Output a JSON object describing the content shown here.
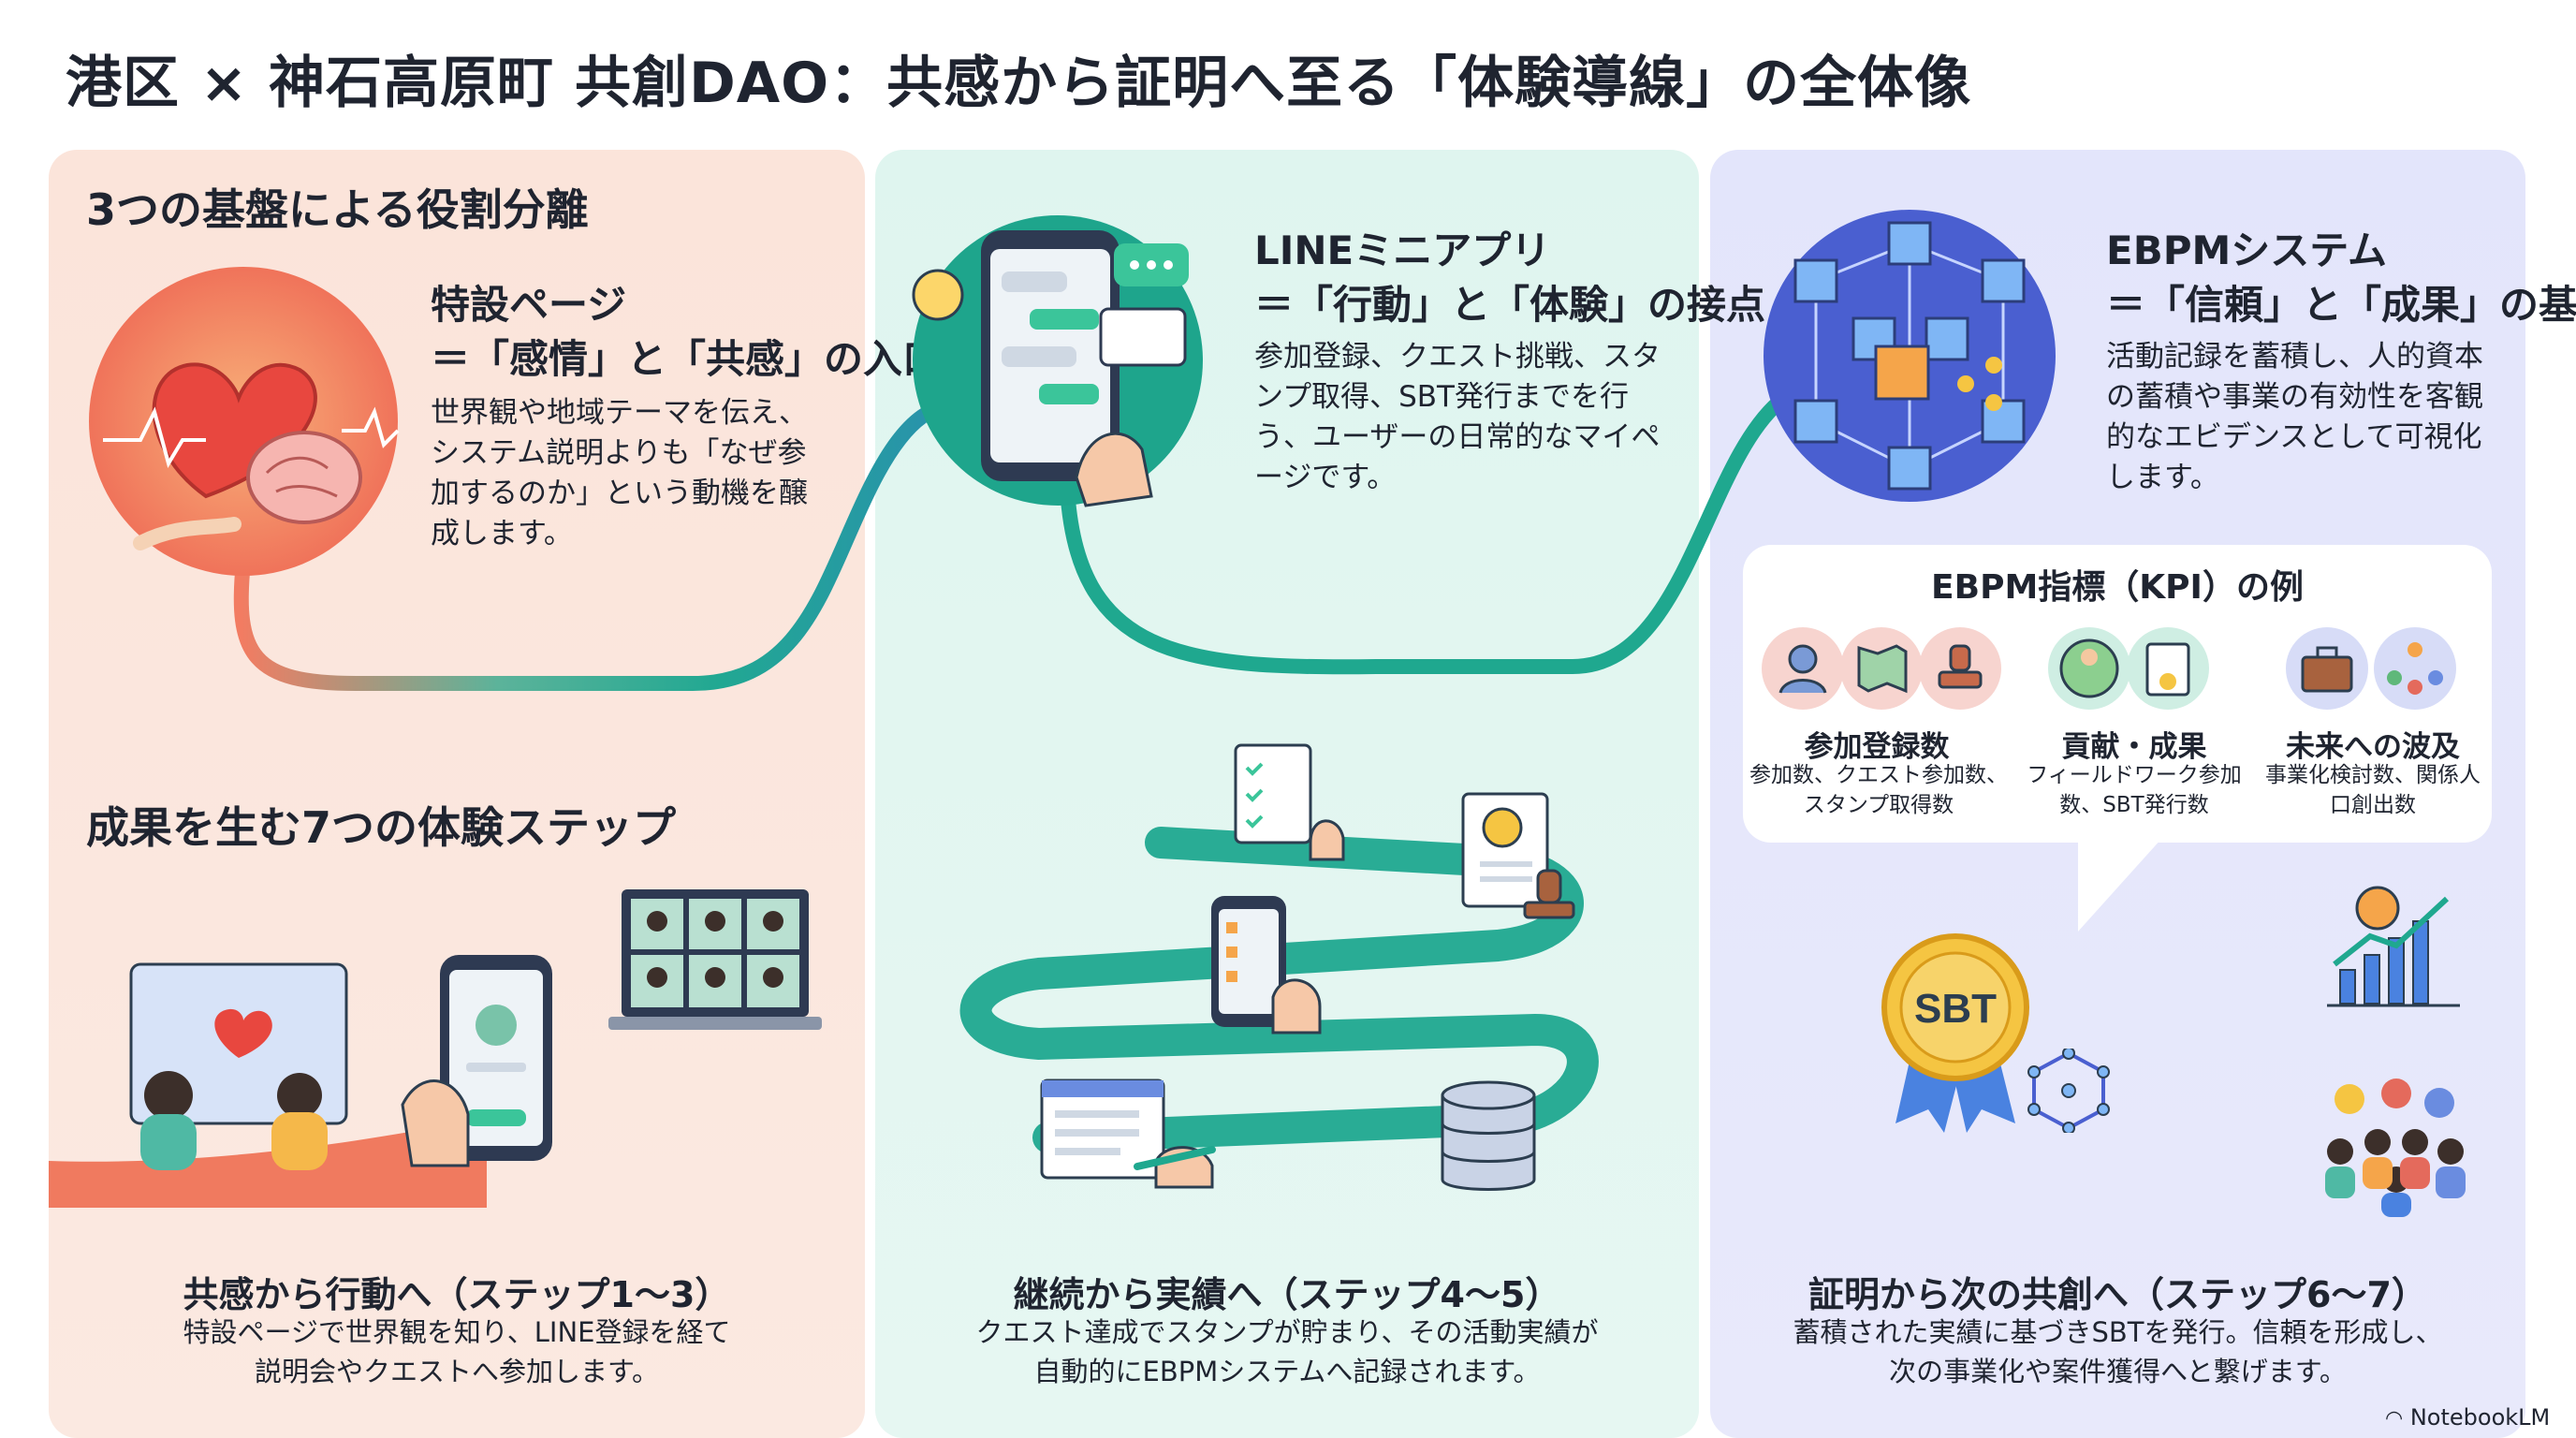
{
  "title": "港区 × 神石高原町 共創DAO：共感から証明へ至る「体験導線」の全体像",
  "section_roles": "3つの基盤による役割分離",
  "section_steps": "成果を生む7つの体験ステップ",
  "pillars": [
    {
      "name": "特設ページ",
      "role": "＝「感情」と「共感」の入口",
      "desc": "世界観や地域テーマを伝え、システム説明よりも「なぜ参加するのか」という動機を醸成します。",
      "icon": "heart-brain-icon"
    },
    {
      "name": "LINEミニアプリ",
      "role": "＝「行動」と「体験」の接点",
      "desc": "参加登録、クエスト挑戦、スタンプ取得、SBT発行までを行う、ユーザーの日常的なマイページです。",
      "icon": "smartphone-chat-icon"
    },
    {
      "name": "EBPMシステム",
      "role": "＝「信頼」と「成果」の基盤",
      "desc": "活動記録を蓄積し、人的資本の蓄積や事業の有効性を客観的なエビデンスとして可視化します。",
      "icon": "blockchain-cubes-icon"
    }
  ],
  "kpi": {
    "title": "EBPM指標（KPI）の例",
    "items": [
      {
        "label": "参加登録数",
        "detail": "参加数、クエスト参加数、スタンプ取得数"
      },
      {
        "label": "貢献・成果",
        "detail": "フィールドワーク参加数、SBT発行数"
      },
      {
        "label": "未来への波及",
        "detail": "事業化検討数、関係人口創出数"
      }
    ]
  },
  "stages": [
    {
      "title": "共感から行動へ（ステップ1〜3）",
      "desc": "特設ページで世界観を知り、LINE登録を経て説明会やクエストへ参加します。"
    },
    {
      "title": "継続から実績へ（ステップ4〜5）",
      "desc": "クエスト達成でスタンプが貯まり、その活動実績が自動的にEBPMシステムへ記録されます。"
    },
    {
      "title": "証明から次の共創へ（ステップ6〜7）",
      "desc": "蓄積された実績に基づきSBTを発行。信頼を形成し、次の事業化や案件獲得へと繋げます。"
    }
  ],
  "badge_text": "SBT",
  "brand": "NotebookLM",
  "colors": {
    "coral": "#f07a5f",
    "teal": "#1fae93",
    "indigo": "#4a5fd0"
  }
}
